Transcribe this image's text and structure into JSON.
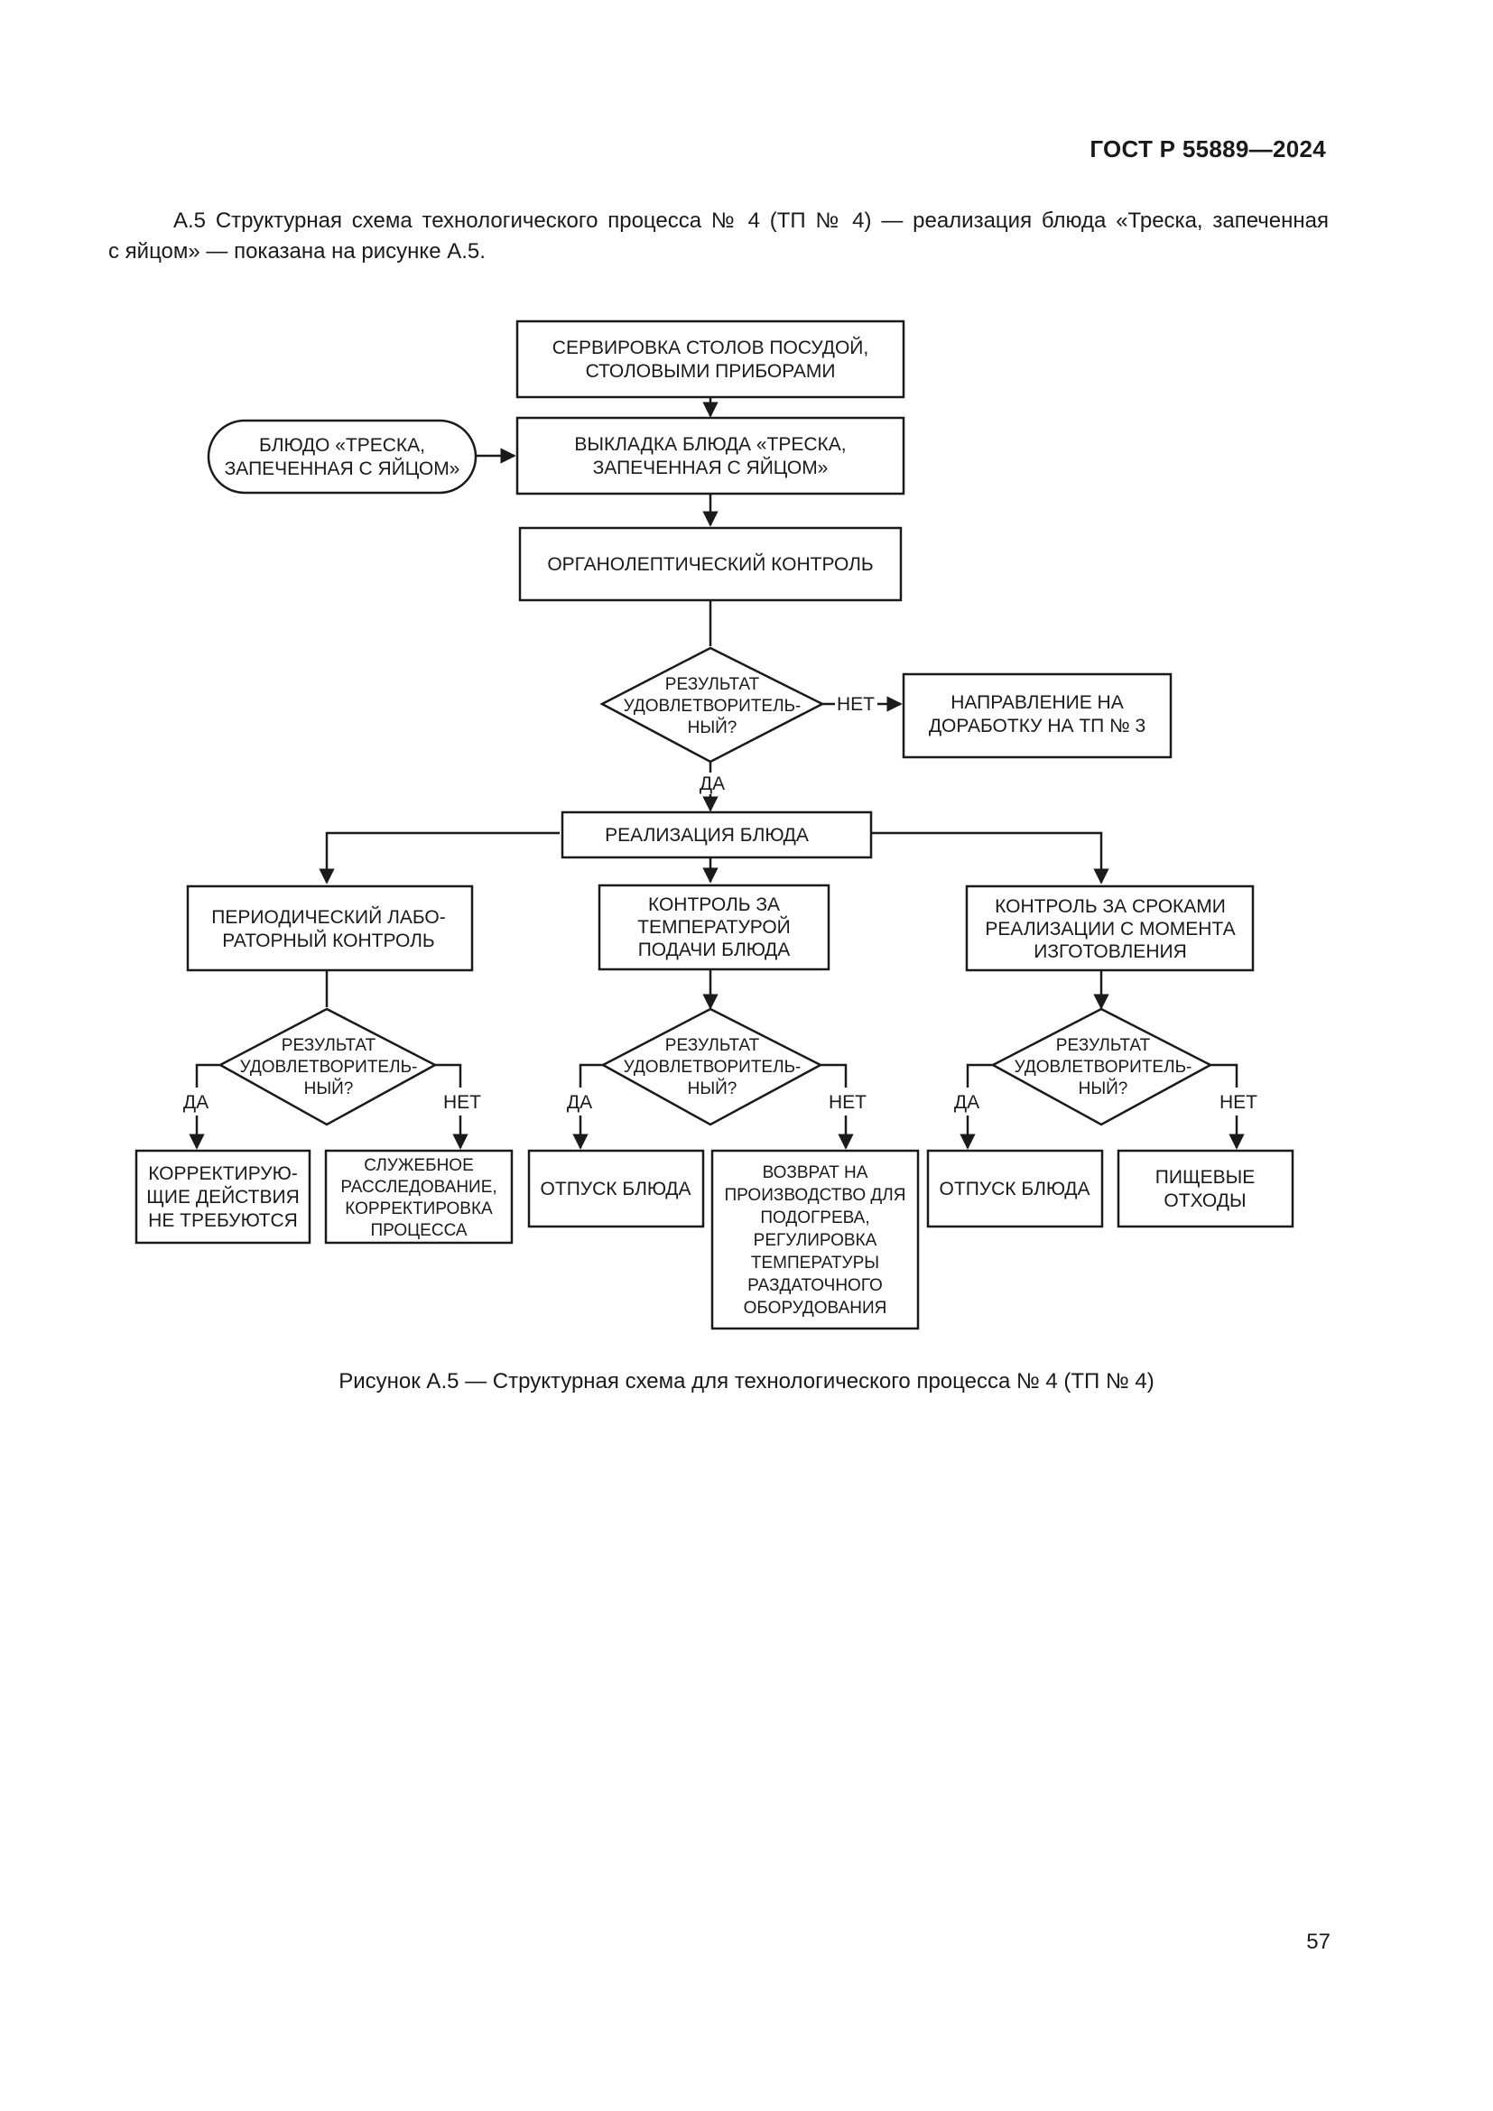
{
  "header": {
    "standard_code": "ГОСТ Р 55889—2024"
  },
  "intro": {
    "line1": "А.5 Структурная схема технологического процесса № 4 (ТП № 4) — реализация блюда «Треска, запеченная",
    "line2": "с яйцом» — показана на рисунке А.5."
  },
  "flowchart": {
    "serving": [
      "СЕРВИРОВКА СТОЛОВ ПОСУДОЙ,",
      "СТОЛОВЫМИ ПРИБОРАМИ"
    ],
    "dish_input": [
      "БЛЮДО «ТРЕСКА,",
      "ЗАПЕЧЕННАЯ С ЯЙЦОМ»"
    ],
    "plating": [
      "ВЫКЛАДКА БЛЮДА «ТРЕСКА,",
      "ЗАПЕЧЕННАЯ С ЯЙЦОМ»"
    ],
    "organoleptic": [
      "ОРГАНОЛЕПТИЧЕСКИЙ КОНТРОЛЬ"
    ],
    "decision_main": [
      "РЕЗУЛЬТАТ",
      "УДОВЛЕТВОРИТЕЛЬ-",
      "НЫЙ?"
    ],
    "no_label": "НЕТ",
    "yes_label": "ДА",
    "rework": [
      "НАПРАВЛЕНИЕ НА",
      "ДОРАБОТКУ НА ТП № 3"
    ],
    "sale": [
      "РЕАЛИЗАЦИЯ БЛЮДА"
    ],
    "lab_control": [
      "ПЕРИОДИЧЕСКИЙ ЛАБО-",
      "РАТОРНЫЙ КОНТРОЛЬ"
    ],
    "temp_control": [
      "КОНТРОЛЬ ЗА",
      "ТЕМПЕРАТУРОЙ",
      "ПОДАЧИ БЛЮДА"
    ],
    "time_control": [
      "КОНТРОЛЬ ЗА СРОКАМИ",
      "РЕАЛИЗАЦИИ С МОМЕНТА",
      "ИЗГОТОВЛЕНИЯ"
    ],
    "decision_left": [
      "РЕЗУЛЬТАТ",
      "УДОВЛЕТВОРИТЕЛЬ-",
      "НЫЙ?"
    ],
    "decision_mid": [
      "РЕЗУЛЬТАТ",
      "УДОВЛЕТВОРИТЕЛЬ-",
      "НЫЙ?"
    ],
    "decision_right": [
      "РЕЗУЛЬТАТ",
      "УДОВЛЕТВОРИТЕЛЬ-",
      "НЫЙ?"
    ],
    "no_action": [
      "КОРРЕКТИРУЮ-",
      "ЩИЕ ДЕЙСТВИЯ",
      "НЕ ТРЕБУЮТСЯ"
    ],
    "investigation": [
      "СЛУЖЕБНОЕ",
      "РАССЛЕДОВАНИЕ,",
      "КОРРЕКТИРОВКА",
      "ПРОЦЕССА"
    ],
    "release_mid": [
      "ОТПУСК БЛЮДА"
    ],
    "return_to_prod": [
      "ВОЗВРАТ НА",
      "ПРОИЗВОДСТВО ДЛЯ",
      "ПОДОГРЕВА,",
      "РЕГУЛИРОВКА",
      "ТЕМПЕРАТУРЫ",
      "РАЗДАТОЧНОГО",
      "ОБОРУДОВАНИЯ"
    ],
    "release_right": [
      "ОТПУСК БЛЮДА"
    ],
    "food_waste": [
      "ПИЩЕВЫЕ",
      "ОТХОДЫ"
    ]
  },
  "caption": "Рисунок А.5 — Структурная схема для технологического процесса № 4 (ТП № 4)",
  "page_number": "57"
}
